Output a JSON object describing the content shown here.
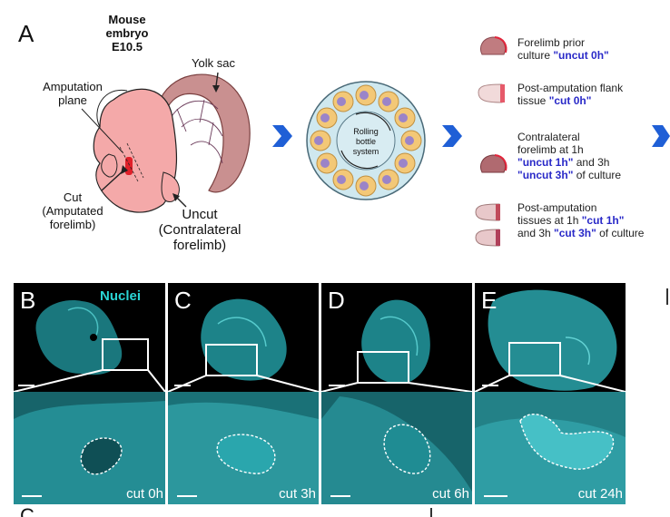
{
  "panel_a": {
    "letter": "A",
    "title_line1": "Mouse embryo",
    "title_line2": "E10.5",
    "yolk_sac": "Yolk sac",
    "amputation_plane_1": "Amputation",
    "amputation_plane_2": "plane",
    "cut_1": "Cut",
    "cut_2": "(Amputated",
    "cut_3": "forelimb)",
    "uncut_1": "Uncut",
    "uncut_2": "(Contralateral",
    "uncut_3": "forelimb)",
    "rolling_1": "Rolling",
    "rolling_2": "bottle",
    "rolling_3": "system",
    "legend": [
      {
        "pre": "Forelimb prior",
        "pre2": "culture ",
        "hl1": "\"uncut 0h\"",
        "mid": "",
        "hl2": "",
        "post": ""
      },
      {
        "pre": "Post-amputation flank",
        "pre2": "tissue ",
        "hl1": "\"cut 0h\"",
        "mid": "",
        "hl2": "",
        "post": ""
      },
      {
        "pre": "Contralateral",
        "pre2": "forelimb at 1h",
        "hl1": "\"uncut 1h\"",
        "mid": " and 3h",
        "hl2": "\"uncut 3h\"",
        "post": " of culture"
      },
      {
        "pre": "Post-amputation",
        "pre2": "tissues at 1h ",
        "hl1": "\"cut 1h\"",
        "mid": " and 3h ",
        "hl2": "\"cut 3h\"",
        "post": " of culture"
      }
    ],
    "accent": "#1f5fd6"
  },
  "microscopy": {
    "channel_label": "Nuclei",
    "channel_color": "#2ad4d4",
    "panels": [
      {
        "letter": "B",
        "label": "cut 0h"
      },
      {
        "letter": "C",
        "label": "cut 3h"
      },
      {
        "letter": "D",
        "label": "cut 6h"
      },
      {
        "letter": "E",
        "label": "cut 24h"
      }
    ]
  },
  "bottom": {
    "letter_c": "C"
  }
}
